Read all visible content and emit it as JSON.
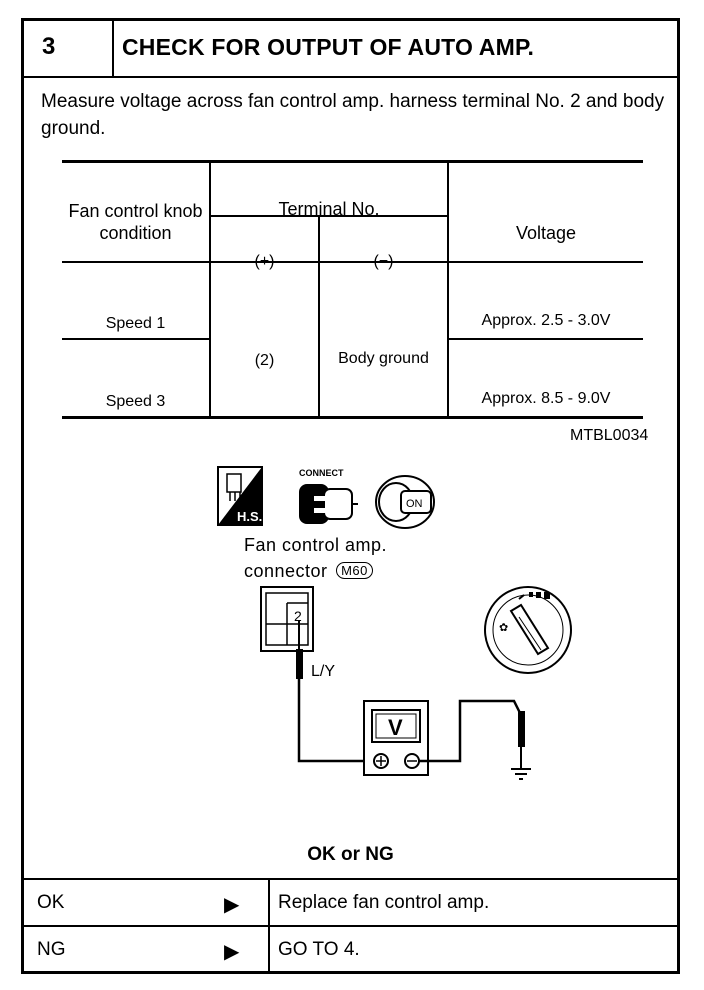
{
  "header": {
    "step": "3",
    "title": "CHECK FOR OUTPUT OF AUTO AMP."
  },
  "instruction": "Measure voltage across fan control amp. harness terminal No. 2 and body ground.",
  "table": {
    "col_knob": "Fan control knob condition",
    "col_terminal": "Terminal No.",
    "col_plus": "(+)",
    "col_minus": "(−)",
    "col_voltage": "Voltage",
    "rows": [
      {
        "knob": "Speed 1",
        "voltage": "Approx. 2.5 - 3.0V"
      },
      {
        "knob": "Speed 3",
        "voltage": "Approx. 8.5 - 9.0V"
      }
    ],
    "plus_value": "(2)",
    "minus_value": "Body ground",
    "ref": "MTBL0034"
  },
  "diagram": {
    "icon_hs": "H.S.",
    "icon_connect": "CONNECT",
    "icon_on": "ON",
    "connector_label_1": "Fan control amp.",
    "connector_label_2": "connector",
    "connector_code": "M60",
    "terminal_no": "2",
    "wire_color": "L/Y",
    "meter_label": "V"
  },
  "result_heading": "OK or NG",
  "results": [
    {
      "key": "OK",
      "arrow": "▶",
      "action": "Replace fan control amp."
    },
    {
      "key": "NG",
      "arrow": "▶",
      "action": "GO TO 4."
    }
  ]
}
